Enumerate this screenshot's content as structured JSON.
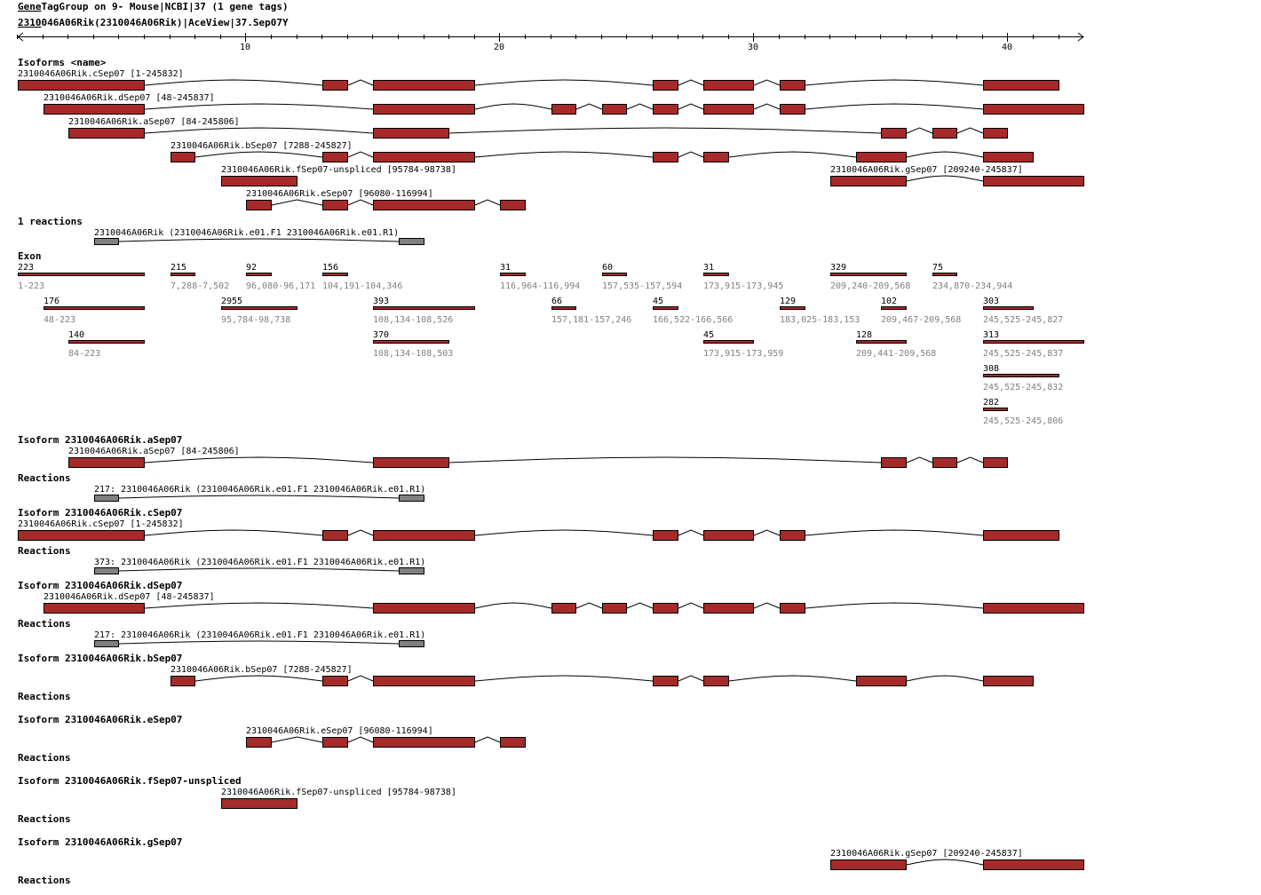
{
  "header": {
    "title_link": "Gene",
    "title_rest": "TagGroup on 9- Mouse|NCBI|37 (1 gene tags)",
    "subtitle_link": "2310",
    "subtitle_rest": "046A06Rik(2310046A06Rik)|AceView|37.Sep07",
    "subtitle_icon": "Y"
  },
  "axis": {
    "labels": [
      "10",
      "20",
      "30",
      "40"
    ]
  },
  "overview": {
    "heading": "Isoforms <name>",
    "isoforms": [
      {
        "id": "c",
        "label": "2310046A06Rik.cSep07 [1-245832]"
      },
      {
        "id": "d",
        "label": "2310046A06Rik.dSep07 [48-245837]"
      },
      {
        "id": "a",
        "label": "2310046A06Rik.aSep07 [84-245806]"
      },
      {
        "id": "b",
        "label": "2310046A06Rik.bSep07 [7288-245827]"
      },
      {
        "id": "f",
        "label": "2310046A06Rik.fSep07-unspliced [95784-98738]"
      },
      {
        "id": "g",
        "label": "2310046A06Rik.gSep07 [209240-245837]"
      },
      {
        "id": "e",
        "label": "2310046A06Rik.eSep07 [96080-116994]"
      }
    ],
    "reactions_heading": "1 reactions",
    "reaction_label": "2310046A06Rik (2310046A06Rik.e01.F1 2310046A06Rik.e01.R1)"
  },
  "exons": {
    "heading": "Exon",
    "items": [
      {
        "length": "223",
        "range": "1-223"
      },
      {
        "length": "215",
        "range": "7,288-7,502"
      },
      {
        "length": "92",
        "range": "96,080-96,171"
      },
      {
        "length": "156",
        "range": "104,191-104,346"
      },
      {
        "length": "31",
        "range": "116,964-116,994"
      },
      {
        "length": "60",
        "range": "157,535-157,594"
      },
      {
        "length": "31",
        "range": "173,915-173,945"
      },
      {
        "length": "329",
        "range": "209,240-209,568"
      },
      {
        "length": "75",
        "range": "234,870-234,944"
      },
      {
        "length": "176",
        "range": "48-223"
      },
      {
        "length": "2955",
        "range": "95,784-98,738"
      },
      {
        "length": "393",
        "range": "108,134-108,526"
      },
      {
        "length": "66",
        "range": "157,181-157,246"
      },
      {
        "length": "45",
        "range": "166,522-166,566"
      },
      {
        "length": "129",
        "range": "183,025-183,153"
      },
      {
        "length": "102",
        "range": "209,467-209,568"
      },
      {
        "length": "303",
        "range": "245,525-245,827"
      },
      {
        "length": "140",
        "range": "84-223"
      },
      {
        "length": "370",
        "range": "108,134-108,503"
      },
      {
        "length": "45",
        "range": "173,915-173,959"
      },
      {
        "length": "128",
        "range": "209,441-209,568"
      },
      {
        "length": "313",
        "range": "245,525-245,837"
      },
      {
        "length": "308",
        "range": "245,525-245,832"
      },
      {
        "length": "282",
        "range": "245,525-245,806"
      }
    ]
  },
  "details": [
    {
      "id": "a",
      "heading": "Isoform 2310046A06Rik.aSep07",
      "label": "2310046A06Rik.aSep07 [84-245806]",
      "reactions_heading": "Reactions",
      "reaction_label": "217: 2310046A06Rik (2310046A06Rik.e01.F1 2310046A06Rik.e01.R1)"
    },
    {
      "id": "c",
      "heading": "Isoform 2310046A06Rik.cSep07",
      "label": "2310046A06Rik.cSep07 [1-245832]",
      "reactions_heading": "Reactions",
      "reaction_label": "373: 2310046A06Rik (2310046A06Rik.e01.F1 2310046A06Rik.e01.R1)"
    },
    {
      "id": "d",
      "heading": "Isoform 2310046A06Rik.dSep07",
      "label": "2310046A06Rik.dSep07 [48-245837]",
      "reactions_heading": "Reactions",
      "reaction_label": "217: 2310046A06Rik (2310046A06Rik.e01.F1 2310046A06Rik.e01.R1)"
    },
    {
      "id": "b",
      "heading": "Isoform 2310046A06Rik.bSep07",
      "label": "2310046A06Rik.bSep07 [7288-245827]",
      "reactions_heading": "Reactions",
      "reaction_label": null
    },
    {
      "id": "e",
      "heading": "Isoform 2310046A06Rik.eSep07",
      "label": "2310046A06Rik.eSep07 [96080-116994]",
      "reactions_heading": "Reactions",
      "reaction_label": null
    },
    {
      "id": "f",
      "heading": "Isoform 2310046A06Rik.fSep07-unspliced",
      "label": "2310046A06Rik.fSep07-unspliced [95784-98738]",
      "reactions_heading": "Reactions",
      "reaction_label": null
    },
    {
      "id": "g",
      "heading": "Isoform 2310046A06Rik.gSep07",
      "label": "2310046A06Rik.gSep07 [209240-245837]",
      "reactions_heading": "Reactions",
      "reaction_label": null
    }
  ],
  "colors": {
    "exon": "#a52a2a",
    "reaction": "#808080",
    "range_text": "#808080"
  }
}
